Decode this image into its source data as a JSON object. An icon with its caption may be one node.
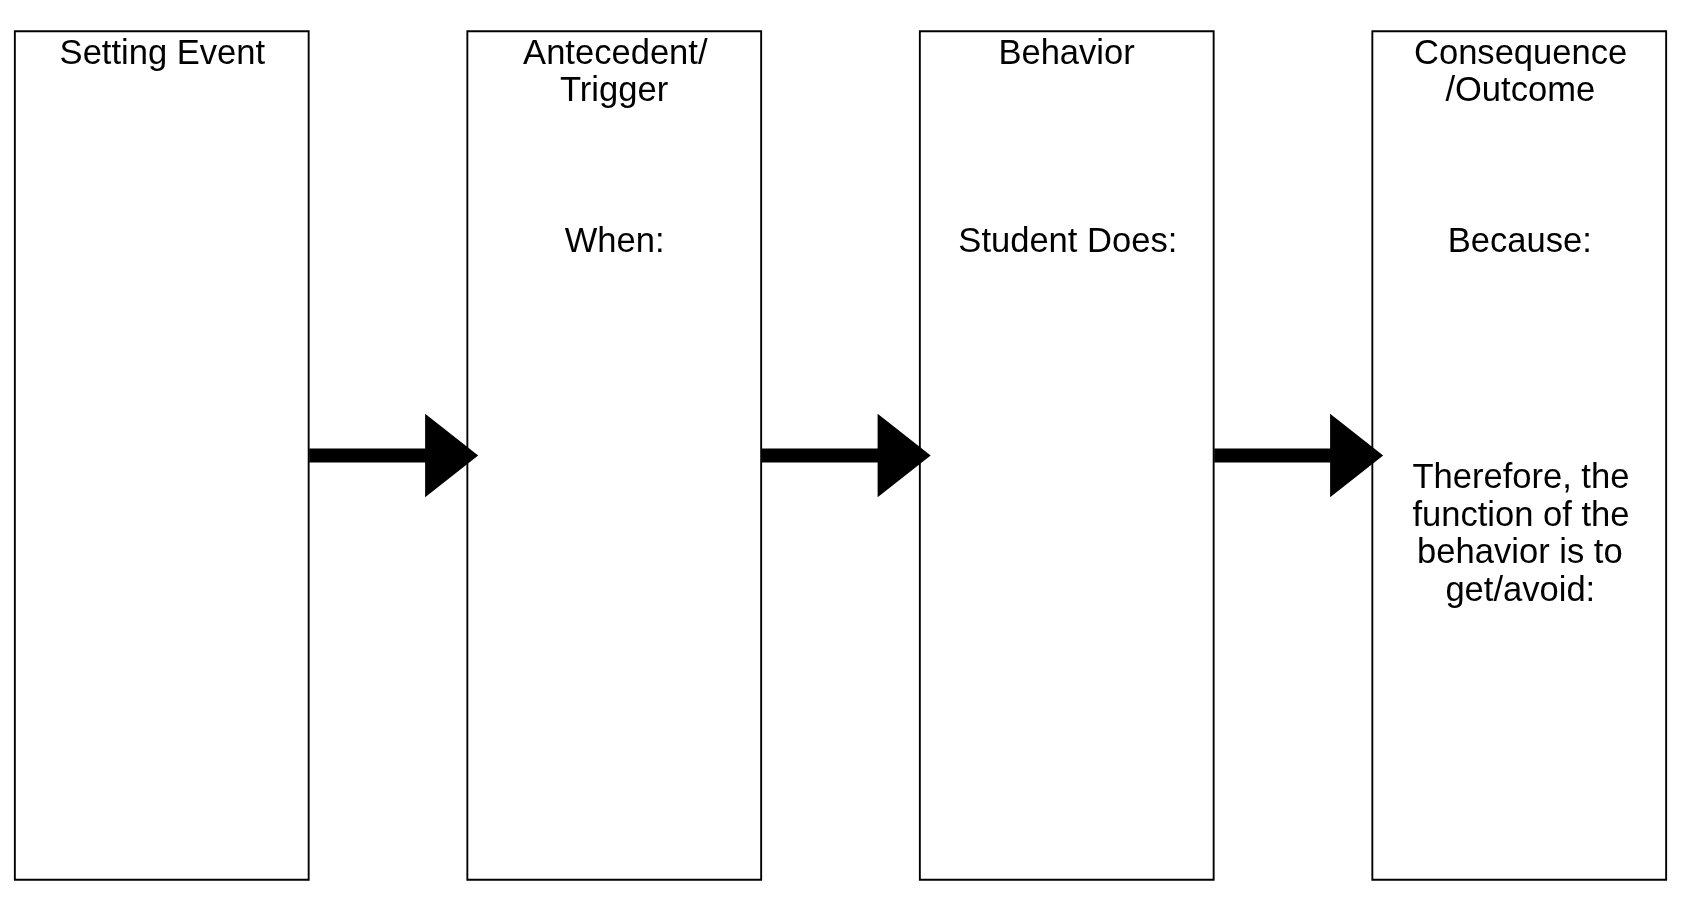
{
  "diagram": {
    "nodes": [
      {
        "text": [
          "Setting Event"
        ]
      },
      {
        "text": [
          "Antecedent/ Trigger",
          "When:"
        ]
      },
      {
        "text": [
          "Behavior",
          "Student Does:"
        ]
      },
      {
        "text": [
          "Consequence /Outcome",
          "Because:",
          "Therefore, the function of the behavior is to get/avoid:"
        ]
      }
    ],
    "edges": [
      {
        "from": 0,
        "to": 1,
        "arrow": "to"
      },
      {
        "from": 1,
        "to": 2,
        "arrow": "to"
      },
      {
        "from": 2,
        "to": 3,
        "arrow": "to"
      }
    ]
  }
}
